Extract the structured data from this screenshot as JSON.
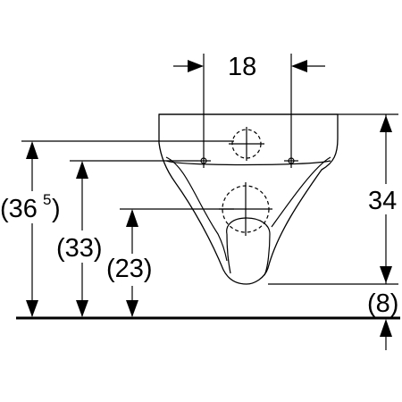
{
  "dimensions": {
    "top_spacing": "18",
    "top_to_bottom": "34",
    "bottom_to_floor": "(8)",
    "rim_height_base": "(36",
    "rim_height_sup": "5",
    "rim_height_close": ")",
    "fixing_height": "(33)",
    "outlet_height": "(23)"
  },
  "colors": {
    "stroke": "#000000",
    "background": "#ffffff"
  },
  "icons": {
    "arrowhead": "triangle-arrow-icon",
    "fixing_point": "crosshair-icon"
  }
}
